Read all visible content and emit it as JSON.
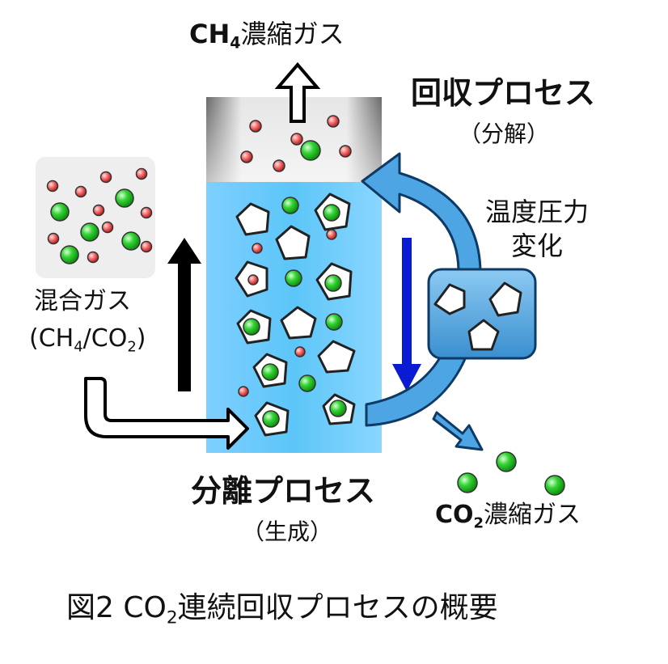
{
  "labels": {
    "top_gas_prefix": "CH",
    "top_gas_sub": "4",
    "top_gas_suffix": "濃縮ガス",
    "recovery_process": "回収プロセス",
    "recovery_detail": "（分解）",
    "temp_pressure_1": "温度圧力",
    "temp_pressure_2": "変化",
    "mixed_gas": "混合ガス",
    "mixed_formula_1": "(CH",
    "mixed_formula_sub1": "4",
    "mixed_formula_2": "/CO",
    "mixed_formula_sub2": "2",
    "mixed_formula_3": ")",
    "separation_process": "分離プロセス",
    "separation_detail": "（生成）",
    "co2_gas_prefix": "CO",
    "co2_gas_sub": "2",
    "co2_gas_suffix": "濃縮ガス"
  },
  "caption": {
    "prefix": "図2 CO",
    "sub": "2",
    "suffix": "連続回収プロセスの概要"
  },
  "colors": {
    "liquid": "#5cc6f8",
    "gas_space": "#f0f0f0",
    "ch4_molecule": "#f46b6b",
    "co2_molecule": "#2fd12f",
    "recycle_arrow": "#4da6e3",
    "down_arrow": "#0b1bd3",
    "up_arrow": "#000000"
  }
}
